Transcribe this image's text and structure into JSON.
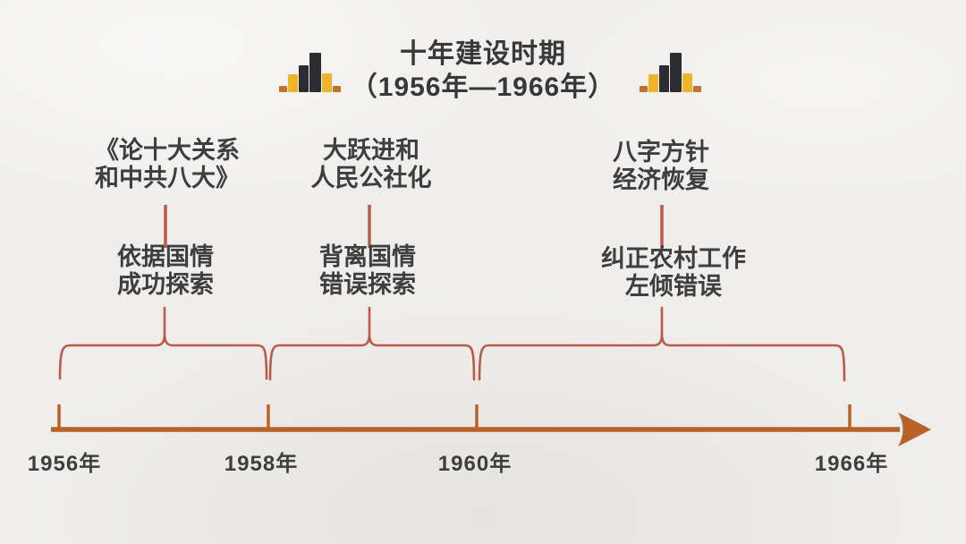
{
  "colors": {
    "bg": "#efeeec",
    "text": "#3c3c3c",
    "connector": "#bc5a48",
    "axis": "#b96227",
    "icon_dark": "#2d2d31",
    "icon_yellow": "#f0b32c",
    "icon_orange": "#c0752c"
  },
  "header": {
    "title_line1": "十年建设时期",
    "title_line2": "（1956年—1966年）",
    "left_icon": "bar-chart-icon",
    "right_icon": "bar-chart-icon"
  },
  "events": [
    {
      "title_line1": "《论十大关系",
      "title_line2": "和中共八大》",
      "desc_line1": "依据国情",
      "desc_line2": "成功探索",
      "period_start": "1956年",
      "period_end": "1958年"
    },
    {
      "title_line1": "大跃进和",
      "title_line2": "人民公社化",
      "desc_line1": "背离国情",
      "desc_line2": "错误探索",
      "period_start": "1958年",
      "period_end": "1960年"
    },
    {
      "title_line1": "八字方针",
      "title_line2": "经济恢复",
      "desc_line1": "纠正农村工作",
      "desc_line2": "左倾错误",
      "period_start": "1960年",
      "period_end": "1966年"
    }
  ],
  "timeline": {
    "dates": [
      "1956年",
      "1958年",
      "1960年",
      "1966年"
    ],
    "arrow_icon": "arrow-right-icon"
  }
}
